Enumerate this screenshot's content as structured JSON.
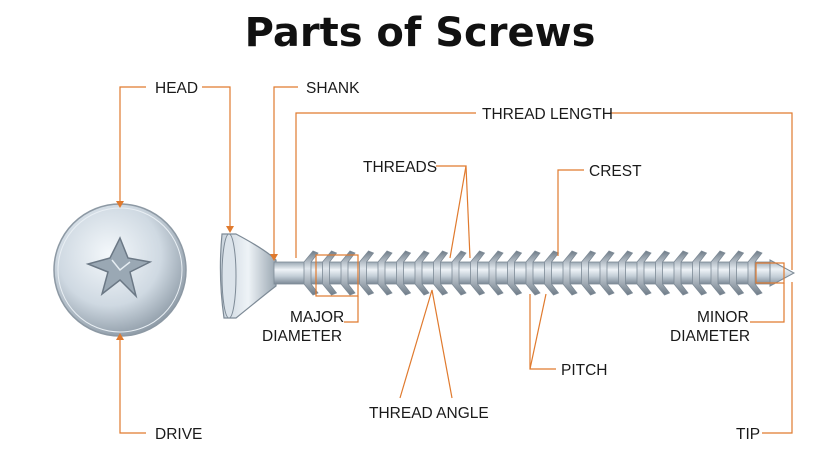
{
  "title": "Parts of Screws",
  "labels": {
    "head": "HEAD",
    "shank": "SHANK",
    "thread_length": "THREAD LENGTH",
    "threads": "THREADS",
    "crest": "CREST",
    "major_diameter_1": "MAJOR",
    "major_diameter_2": "DIAMETER",
    "minor_diameter_1": "MINOR",
    "minor_diameter_2": "DIAMETER",
    "pitch": "PITCH",
    "thread_angle": "THREAD ANGLE",
    "drive": "DRIVE",
    "tip": "TIP"
  },
  "colors": {
    "leader": "#e07a2e",
    "text": "#1a1a1a",
    "metal_light": "#e8eef3",
    "metal_mid": "#b8c4ce",
    "metal_dark": "#7d8a96"
  }
}
